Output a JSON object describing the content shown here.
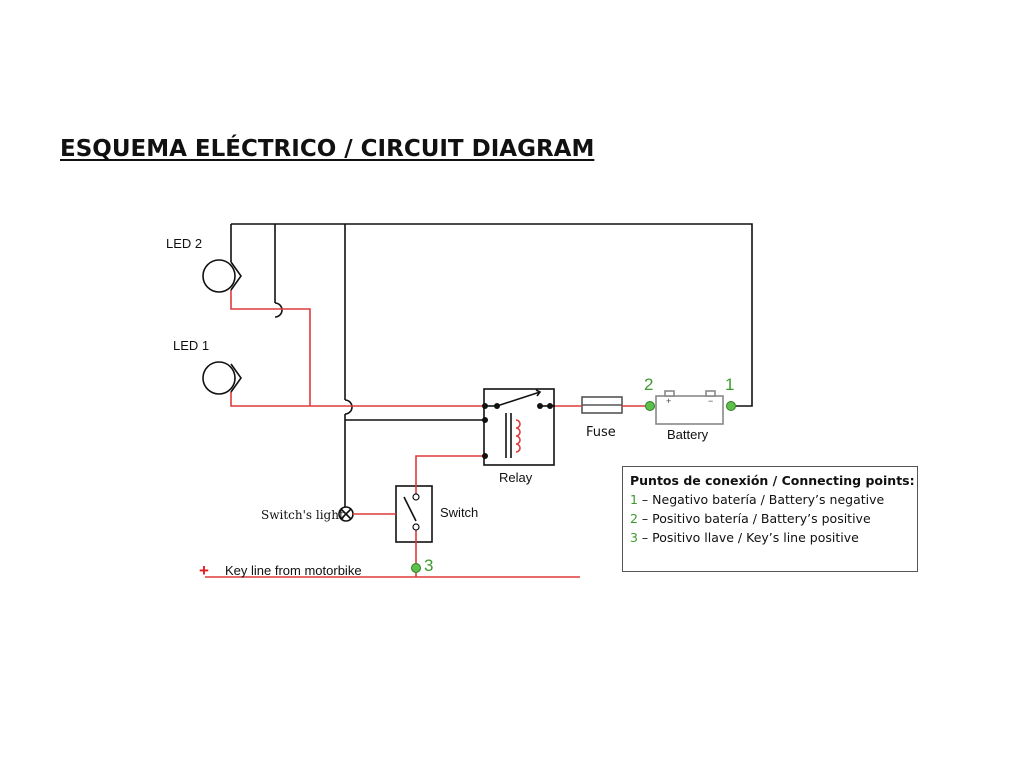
{
  "title": "ESQUEMA ELÉCTRICO / CIRCUIT DIAGRAM",
  "components": {
    "led2": "LED 2",
    "led1": "LED 1",
    "relay": "Relay",
    "fuse": "Fuse",
    "battery": "Battery",
    "switch": "Switch",
    "switch_light": "Switch's light",
    "key_line": "Key line from motorbike",
    "plus": "+",
    "battery_plus": "+",
    "battery_minus": "−"
  },
  "connection_points": {
    "p1": "1",
    "p2": "2",
    "p3": "3"
  },
  "legend": {
    "title": "Puntos de conexión / Connecting points:",
    "items": [
      {
        "num": "1",
        "text": " – Negativo batería / Battery’s negative"
      },
      {
        "num": "2",
        "text": " – Positivo batería / Battery’s positive"
      },
      {
        "num": "3",
        "text": " – Positivo llave / Key’s line positive"
      }
    ]
  },
  "colors": {
    "positive_wire": "#e03a3a",
    "negative_wire": "#111111",
    "connection_point": "#5cc04a",
    "legend_number": "#3e9a2e"
  }
}
